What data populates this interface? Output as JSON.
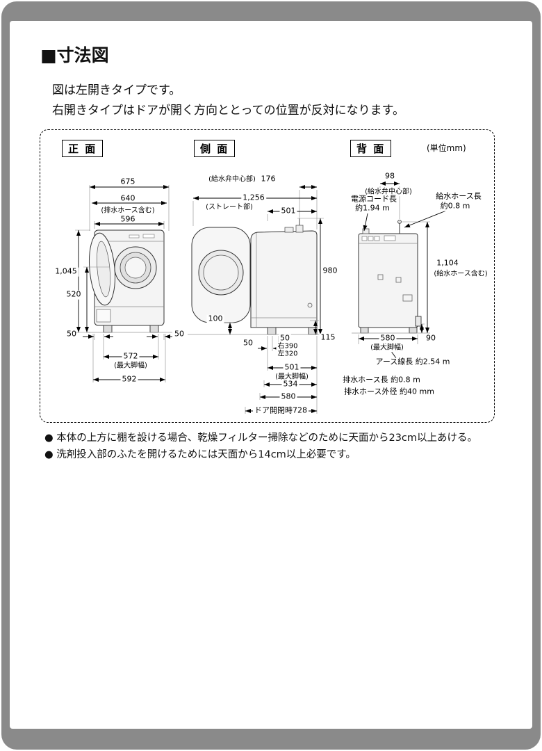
{
  "page": {
    "title": "■寸法図",
    "intro": [
      "図は左開きタイプです。",
      "右開きタイプはドアが開く方向ととっての位置が反対になります。"
    ],
    "unit": "(単位mm)",
    "notes": [
      "● 本体の上方に棚を設ける場合、乾燥フィルター掃除などのために天面から23cm以上あける。",
      "● 洗剤投入部のふたを開けるためには天面から14cm以上必要です。"
    ]
  },
  "views": {
    "front": {
      "label": "正 面",
      "width_overall": "675",
      "width_hose": "640",
      "width_hose_note": "(排水ホース含む)",
      "width_body": "596",
      "height_overall": "1,045",
      "height_door_center": "520",
      "foot_offset_left": "50",
      "foot_offset_right": "50",
      "foot_width": "572",
      "foot_width_note": "(最大脚幅)",
      "base_width": "592"
    },
    "side": {
      "label": "側 面",
      "valve_note": "(給水弁中心部)",
      "valve_depth": "176",
      "depth_overall": "1,256",
      "straight_note": "(ストレート部)",
      "straight_depth": "501",
      "height_valve": "980",
      "door_floor_gap": "100",
      "drain_height": "115",
      "foot_front_offset": "50",
      "foot_offset": "50",
      "foot_right": "右390",
      "foot_left": "左320",
      "foot_width": "501",
      "foot_width_note": "(最大脚幅)",
      "depth_534": "534",
      "depth_580": "580",
      "door_swing": "ドア開閉時728"
    },
    "back": {
      "label": "背 面",
      "valve_offset": "98",
      "valve_note": "(給水弁中心部)",
      "power_cord_label": "電源コード長",
      "power_cord_value": "約1.94 m",
      "supply_hose_label": "給水ホース長",
      "supply_hose_value": "約0.8 m",
      "height_hose": "1,104",
      "height_hose_note": "(給水ホース含む)",
      "foot_width": "580",
      "foot_width_note": "(最大脚幅)",
      "drain_offset": "90",
      "earth_wire": "アース線長 約2.54 m",
      "drain_hose_length": "排水ホース長 約0.8 m",
      "drain_hose_dia": "排水ホース外径 約40 mm"
    }
  }
}
